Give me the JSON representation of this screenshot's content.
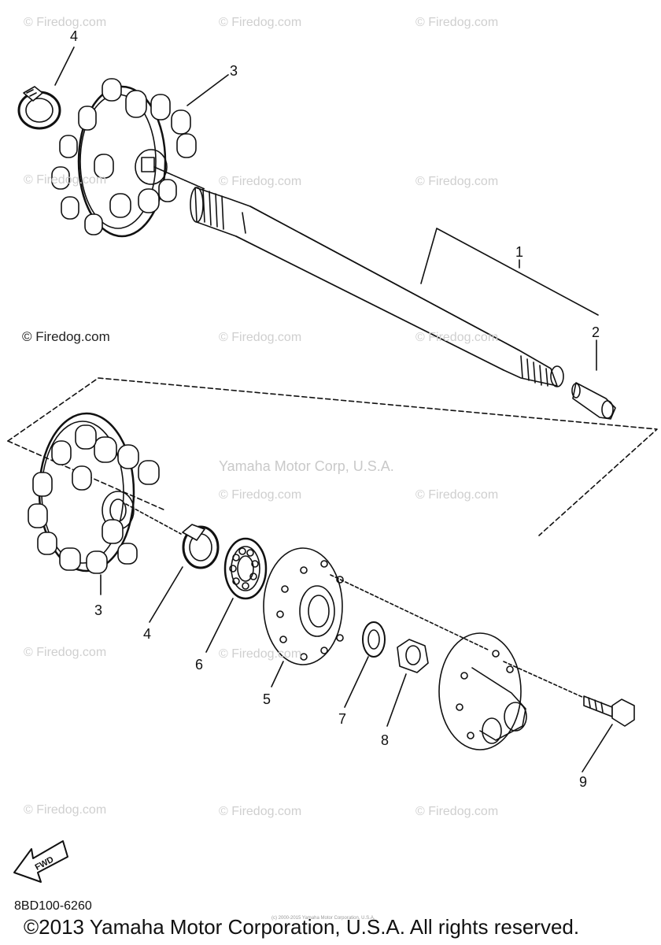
{
  "watermark": {
    "text": "© Firedog.com"
  },
  "site_credit": "© Firedog.com",
  "center_credit": "Yamaha Motor Corp, U.S.A.",
  "tiny_note": "(c) 2000-2015 Yamaha Motor Corporation, U.S.A.",
  "callouts": {
    "c1": "1",
    "c2": "2",
    "c3a": "3",
    "c3b": "3",
    "c4a": "4",
    "c4b": "4",
    "c5": "5",
    "c6": "6",
    "c7": "7",
    "c8": "8",
    "c9": "9"
  },
  "fwd_label": "FWD",
  "part_code": "8BD100-6260",
  "copyright": "©2013 Yamaha Motor Corporation, U.S.A. All rights reserved."
}
